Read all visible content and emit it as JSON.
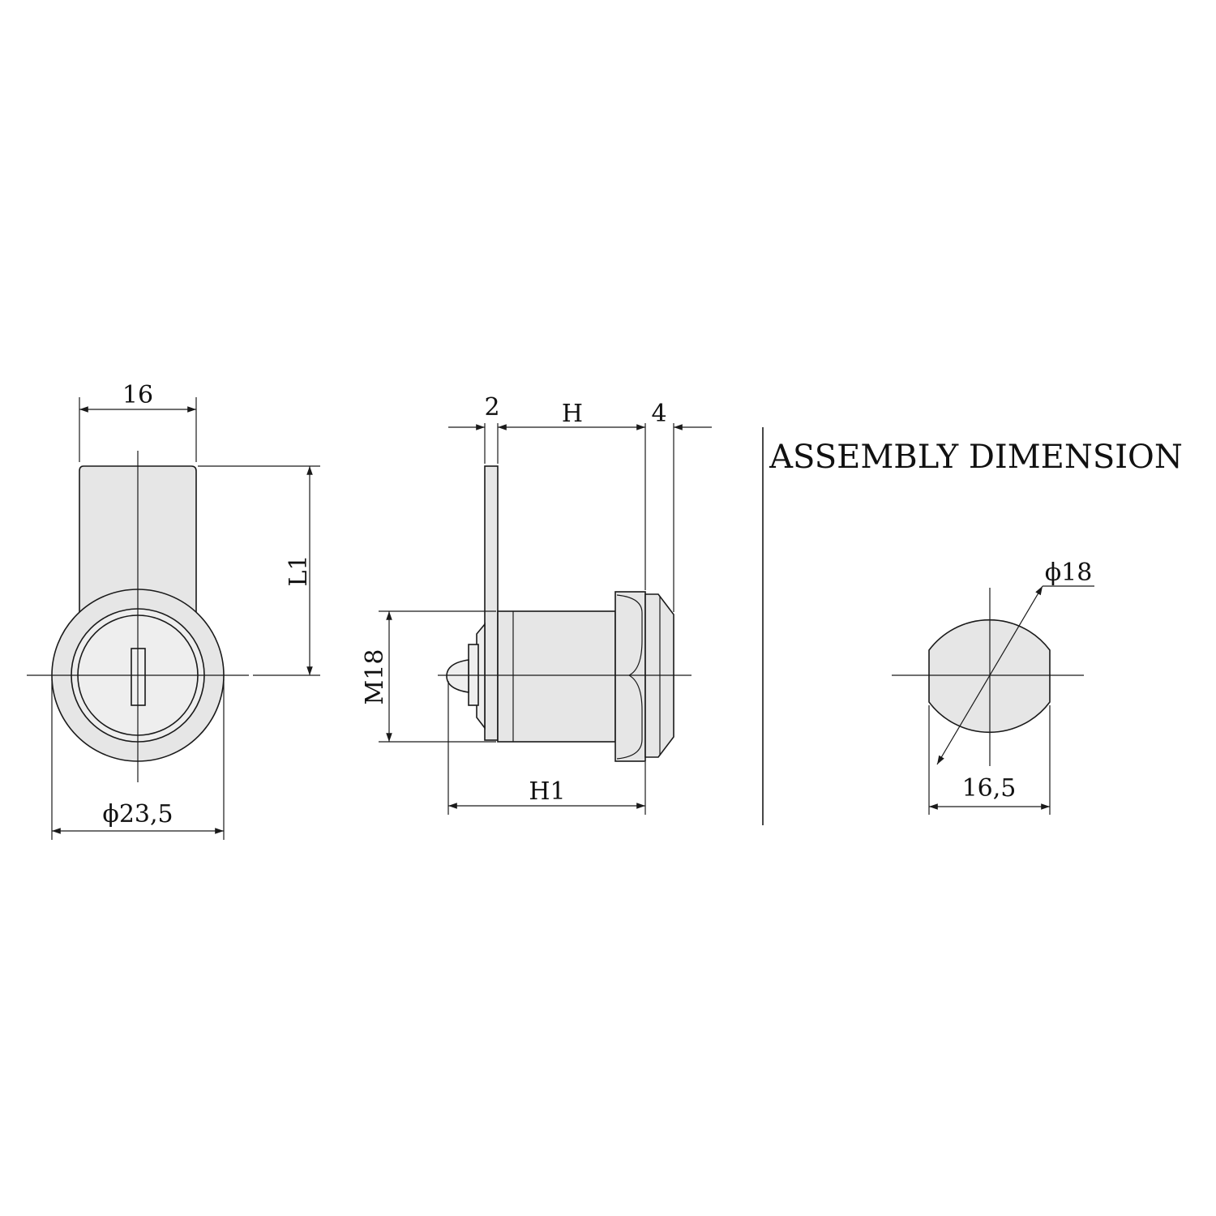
{
  "title": "ASSEMBLY DIMENSION",
  "front_view": {
    "dim_width": "16",
    "dim_length": "L1",
    "dim_diameter": "ϕ23,5"
  },
  "side_view": {
    "dim_plate": "2",
    "dim_h": "H",
    "dim_flange": "4",
    "dim_thread": "M18",
    "dim_h1": "H1"
  },
  "cutout_view": {
    "dim_diameter": "ϕ18",
    "dim_flat": "16,5"
  }
}
